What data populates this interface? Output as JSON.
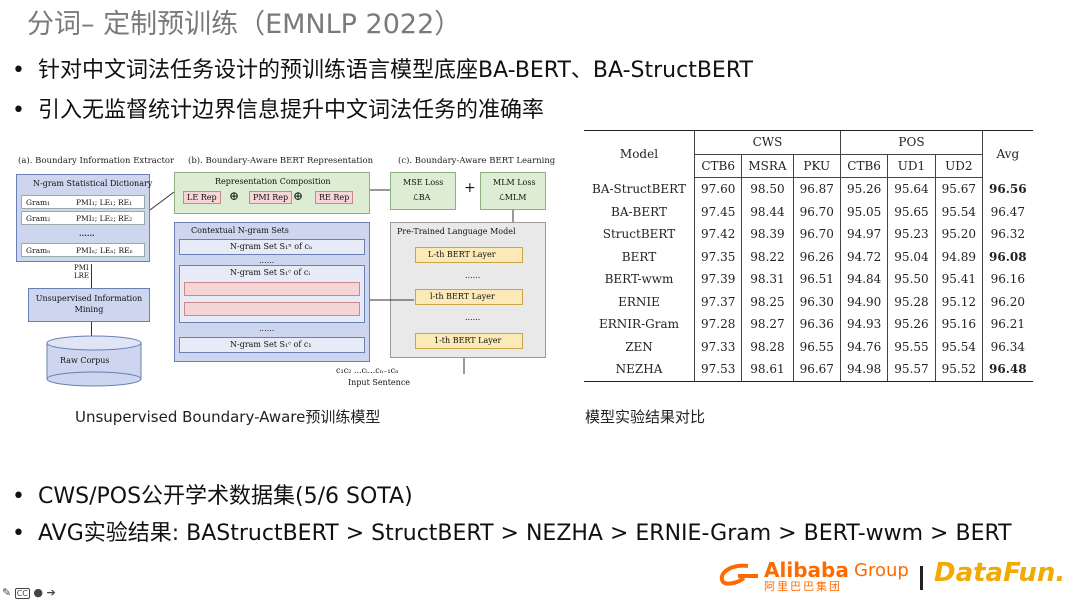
{
  "title": "分词– 定制预训练（EMNLP 2022）",
  "bullets": {
    "b1": "针对中文词法任务设计的预训练语言模型底座BA-BERT、BA-StructBERT",
    "b2": "引入无监督统计边界信息提升中文词法任务的准确率",
    "b3": "CWS/POS公开学术数据集(5/6 SOTA)",
    "b4": "AVG实验结果: BAStructBERT > StructBERT > NEZHA > ERNIE-Gram > BERT-wwm > BERT",
    "dot": "•"
  },
  "diagram": {
    "cap_a": "(a). Boundary Information Extractor",
    "cap_b": "(b). Boundary-Aware BERT Representation",
    "cap_c": "(c). Boundary-Aware BERT Learning",
    "dict_title": "N-gram Statistical Dictionary",
    "dict_rows": [
      {
        "k": "Gram₁",
        "v": "PMI₁; LE₁; RE₁"
      },
      {
        "k": "Gram₂",
        "v": "PMI₂; LE₂; RE₂"
      },
      {
        "k": "",
        "v": "......"
      },
      {
        "k": "Gramₙ",
        "v": "PMIₙ; LEₙ; REₙ"
      }
    ],
    "pmi_lre": "PMI LRE",
    "unsup": "Unsupervised Information Mining",
    "raw_corpus": "Raw Corpus",
    "rep_comp": "Representation Composition",
    "le_rep": "LE Rep",
    "pmi_rep": "PMI Rep",
    "re_rep": "RE Rep",
    "oplus": "⊕",
    "ctx_sets": "Contextual N-gram Sets",
    "set_n": "N-gram Set S₁ⁿ of cₙ",
    "set_i": "N-gram Set S₁ᶜ of cᵢ",
    "set_1": "N-gram Set S₁ᶜ of c₁",
    "dots": "......",
    "input_seq": "c₁c₂ ...cᵢ...cₙ₋₁cₙ",
    "input_sentence": "Input Sentence",
    "mse_loss": "MSE Loss",
    "l_ba": "ℒBA",
    "plus": "+",
    "mlm_loss": "MLM Loss",
    "l_mlm": "ℒMLM",
    "plm": "Pre-Trained Language Model",
    "layer_l": "L-th BERT Layer",
    "layer_mid": "l-th BERT Layer",
    "layer_1": "1-th BERT Layer"
  },
  "diagram_caption": "Unsupervised Boundary-Aware预训练模型",
  "table_caption": "模型实验结果对比",
  "table": {
    "model_header": "Model",
    "cws": "CWS",
    "pos": "POS",
    "avg": "Avg",
    "sub": [
      "CTB6",
      "MSRA",
      "PKU",
      "CTB6",
      "UD1",
      "UD2"
    ],
    "rows": [
      {
        "m": "BA-StructBERT",
        "v": [
          "97.60",
          "98.50",
          "96.87",
          "95.26",
          "95.64",
          "95.67"
        ],
        "a": "96.56",
        "bold": true
      },
      {
        "m": "BA-BERT",
        "v": [
          "97.45",
          "98.44",
          "96.70",
          "95.05",
          "95.65",
          "95.54"
        ],
        "a": "96.47",
        "bold": false
      },
      {
        "m": "StructBERT",
        "v": [
          "97.42",
          "98.39",
          "96.70",
          "94.97",
          "95.23",
          "95.20"
        ],
        "a": "96.32",
        "bold": false
      },
      {
        "m": "BERT",
        "v": [
          "97.35",
          "98.22",
          "96.26",
          "94.72",
          "95.04",
          "94.89"
        ],
        "a": "96.08",
        "bold": true
      },
      {
        "m": "BERT-wwm",
        "v": [
          "97.39",
          "98.31",
          "96.51",
          "94.84",
          "95.50",
          "95.41"
        ],
        "a": "96.16",
        "bold": false
      },
      {
        "m": "ERNIE",
        "v": [
          "97.37",
          "98.25",
          "96.30",
          "94.90",
          "95.28",
          "95.12"
        ],
        "a": "96.20",
        "bold": false
      },
      {
        "m": "ERNIR-Gram",
        "v": [
          "97.28",
          "98.27",
          "96.36",
          "94.93",
          "95.26",
          "95.16"
        ],
        "a": "96.21",
        "bold": false
      },
      {
        "m": "ZEN",
        "v": [
          "97.33",
          "98.28",
          "96.55",
          "94.76",
          "95.55",
          "95.54"
        ],
        "a": "96.34",
        "bold": false
      },
      {
        "m": "NEZHA",
        "v": [
          "97.53",
          "98.61",
          "96.67",
          "94.98",
          "95.57",
          "95.52"
        ],
        "a": "96.48",
        "bold": true
      }
    ]
  },
  "logo": {
    "alibaba": "Alibaba",
    "alibaba_cn": "阿里巴巴集团",
    "group": "Group",
    "datafun": "DataFun."
  },
  "toolbar_icons": [
    "pen-icon",
    "cc-icon",
    "chat-icon",
    "arrow-icon"
  ],
  "colors": {
    "accent": "#ff6a00",
    "datafun": "#f2a900"
  }
}
